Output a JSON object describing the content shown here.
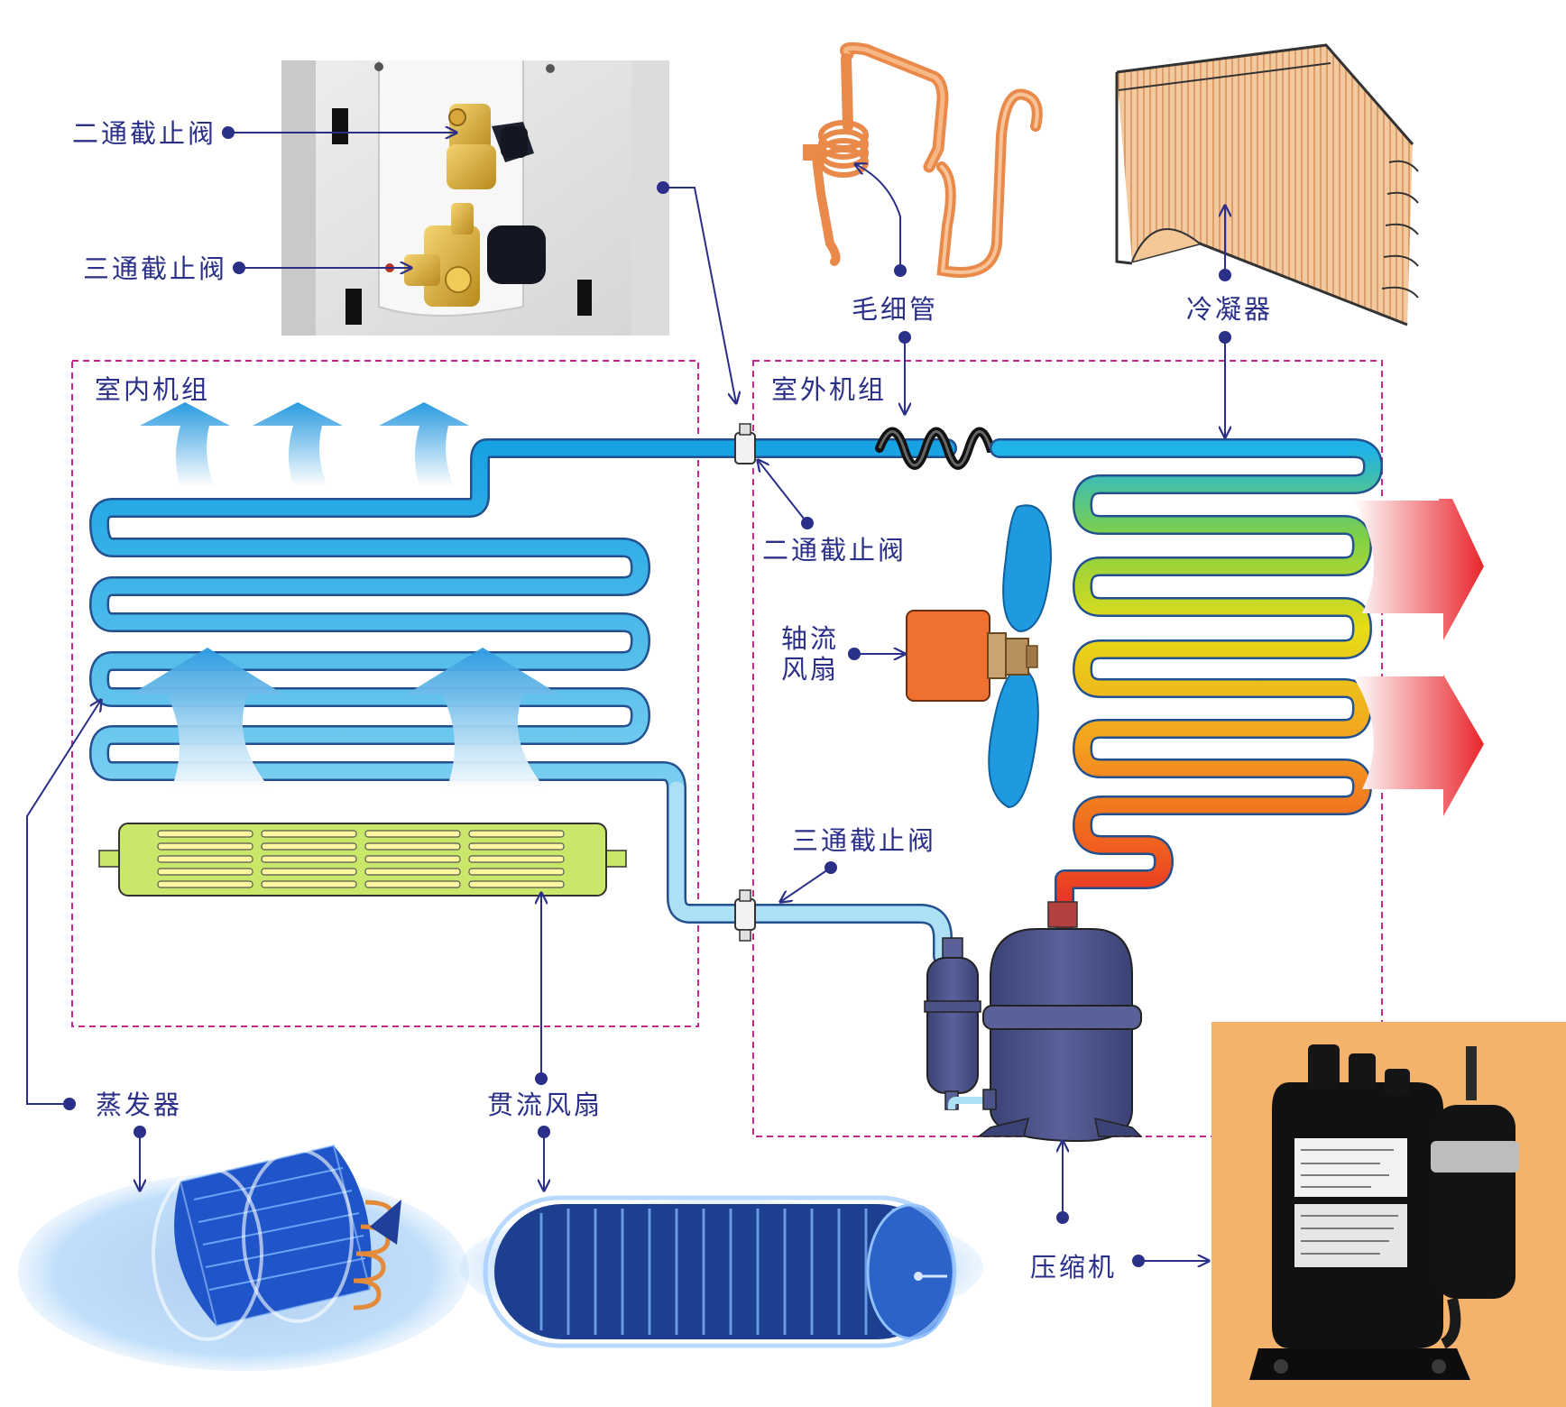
{
  "labels": {
    "two_way_valve_photo": "二通截止阀",
    "three_way_valve_photo": "三通截止阀",
    "capillary": "毛细管",
    "condenser": "冷凝器",
    "indoor_unit": "室内机组",
    "outdoor_unit": "室外机组",
    "two_way_valve": "二通截止阀",
    "axial_fan_line1": "轴流",
    "axial_fan_line2": "风扇",
    "three_way_valve": "三通截止阀",
    "evaporator": "蒸发器",
    "cross_flow_fan": "贯流风扇",
    "compressor": "压缩机"
  },
  "colors": {
    "label_text": "#2a2f88",
    "dashed_box": "#c0288f",
    "cold_pipe": "#29a9e6",
    "suction_pipe": "#aee0f5",
    "hot_arrow": "#e8262c",
    "compressor_body": "#4b5285",
    "fan_motor": "#f07030",
    "fan_blade": "#1f9ae0",
    "cross_fan_body": "#c9e86a",
    "compressor_photo_bg": "#f3b36d"
  },
  "icons": [
    "valve-photo",
    "capillary-tube-icon",
    "condenser-coil-icon",
    "evaporator-photo",
    "cross-flow-fan-photo",
    "compressor-photo"
  ]
}
